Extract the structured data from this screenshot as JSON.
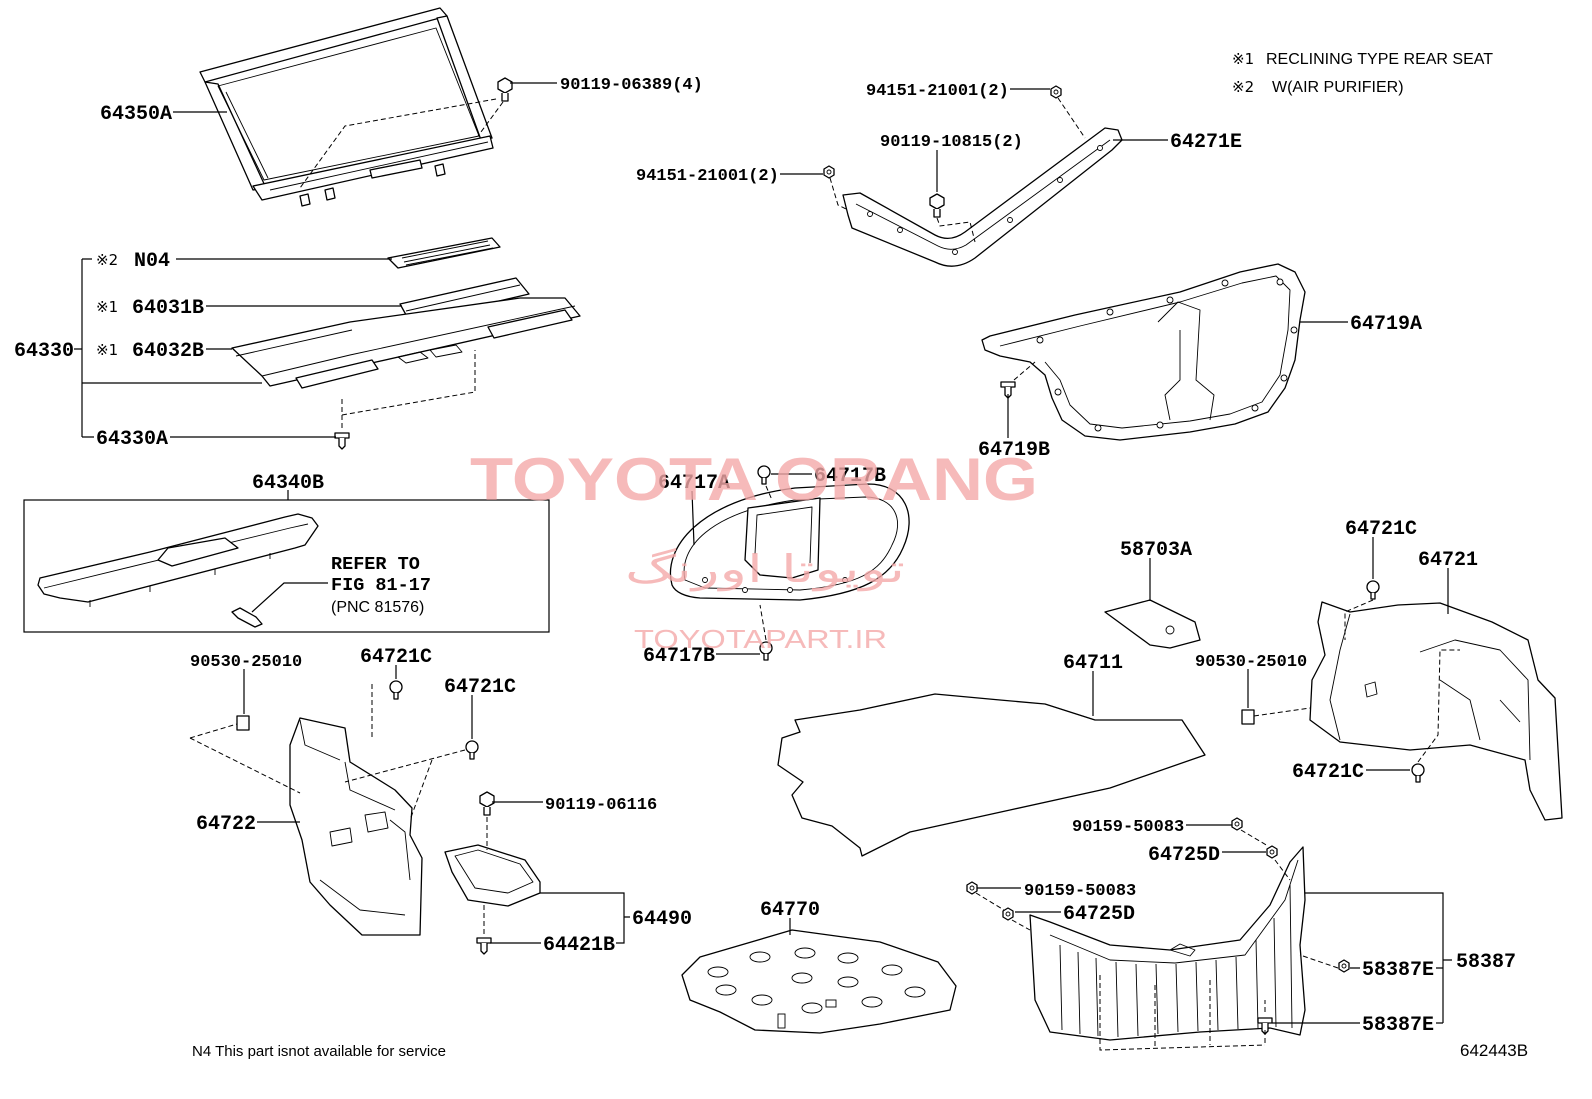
{
  "legend": {
    "item1": {
      "mark": "※1",
      "text": "RECLINING TYPE REAR SEAT"
    },
    "item2": {
      "mark": "※2",
      "text": "W(AIR PURIFIER)"
    }
  },
  "labels": {
    "tonneau_frame": "64350A",
    "screw_tonneau": "90119-06389(4)",
    "nut_window_right": "94151-21001(2)",
    "screw_window": "90119-10815(2)",
    "window_frame": "64271E",
    "nut_window_left": "94151-21001(2)",
    "purifier_grille": {
      "mark": "※2",
      "code": "N04"
    },
    "tray_strip": {
      "mark": "※1",
      "code": "64031B"
    },
    "package_tray_assy": "64330",
    "package_tray": {
      "mark": "※1",
      "code": "64032B"
    },
    "tray_clip": "64330A",
    "lid_trim": "64719A",
    "lid_trim_clip": "64719B",
    "tray_panel": "64340B",
    "inner_trim": "64717A",
    "inner_trim_clip_top": "64717B",
    "inner_trim_clip_bottom": "64717B",
    "cover_58703A": "58703A",
    "right_clip_top": "64721C",
    "right_side_trim": "64721",
    "left_retainer": "90530-25010",
    "left_clip_top": "64721C",
    "left_clip_mid": "64721C",
    "floor_mat": "64711",
    "right_retainer": "90530-25010",
    "left_side_trim": "64722",
    "tray_screw": "90119-06116",
    "right_clip_bottom": "64721C",
    "screw_upper": "90159-50083",
    "clip_upper": "64725D",
    "screw_lower": "90159-50083",
    "clip_lower": "64725D",
    "floor_cover": "64770",
    "storage_tray": "64490",
    "storage_clip": "64421B",
    "rear_clip_upper": "58387E",
    "rear_trim": "58387",
    "rear_clip_lower": "58387E"
  },
  "refer_note": {
    "line1": "REFER TO",
    "line2": "FIG 81-17",
    "line3": "(PNC 81576)"
  },
  "watermark": {
    "main": "TOYOTA ORANG",
    "persian": "تویوتا اورنگ",
    "site": "TOYOTAPART.IR"
  },
  "footer": {
    "note": "N4 This part isnot available for service",
    "figure_code": "642443B"
  },
  "colors": {
    "ink": "#000000",
    "watermark": "#f4a9a9",
    "background": "#ffffff"
  }
}
